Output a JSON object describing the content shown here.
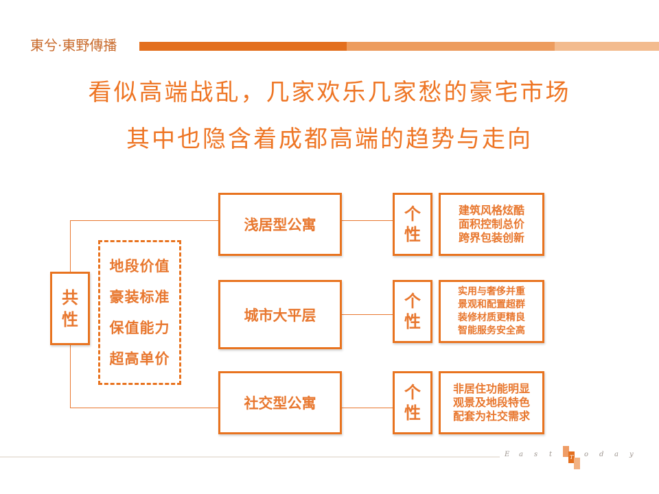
{
  "header": {
    "logo_text": "東兮·東野傳播",
    "bar_colors": [
      "#e36f1e",
      "#ed9c5e",
      "#f3bb8e"
    ]
  },
  "title": {
    "line1": "看似高端战乱，几家欢乐几家愁的豪宅市场",
    "line2": "其中也隐含着成都高端的趋势与走向"
  },
  "diagram": {
    "common": {
      "label": [
        "共",
        "性"
      ],
      "traits": [
        "地段价值",
        "豪装标准",
        "保值能力",
        "超高单价"
      ]
    },
    "categories": [
      {
        "name": "浅居型公寓",
        "individuality_label": [
          "个",
          "性"
        ],
        "details": [
          "建筑风格炫酷",
          "面积控制总价",
          "跨界包装创新"
        ]
      },
      {
        "name": "城市大平层",
        "individuality_label": [
          "个",
          "性"
        ],
        "details": [
          "实用与奢侈并重",
          "景观和配置超群",
          "装修材质更精良",
          "智能服务安全高"
        ]
      },
      {
        "name": "社交型公寓",
        "individuality_label": [
          "个",
          "性"
        ],
        "details": [
          "非居住功能明显",
          "观景及地段特色",
          "配套为社交需求"
        ]
      }
    ],
    "accent_color": "#e8731f"
  },
  "footer": {
    "letters_left": [
      "E",
      "a",
      "s",
      "t"
    ],
    "letter_mid": "T",
    "letters_right": [
      "o",
      "d",
      "a",
      "y"
    ]
  }
}
